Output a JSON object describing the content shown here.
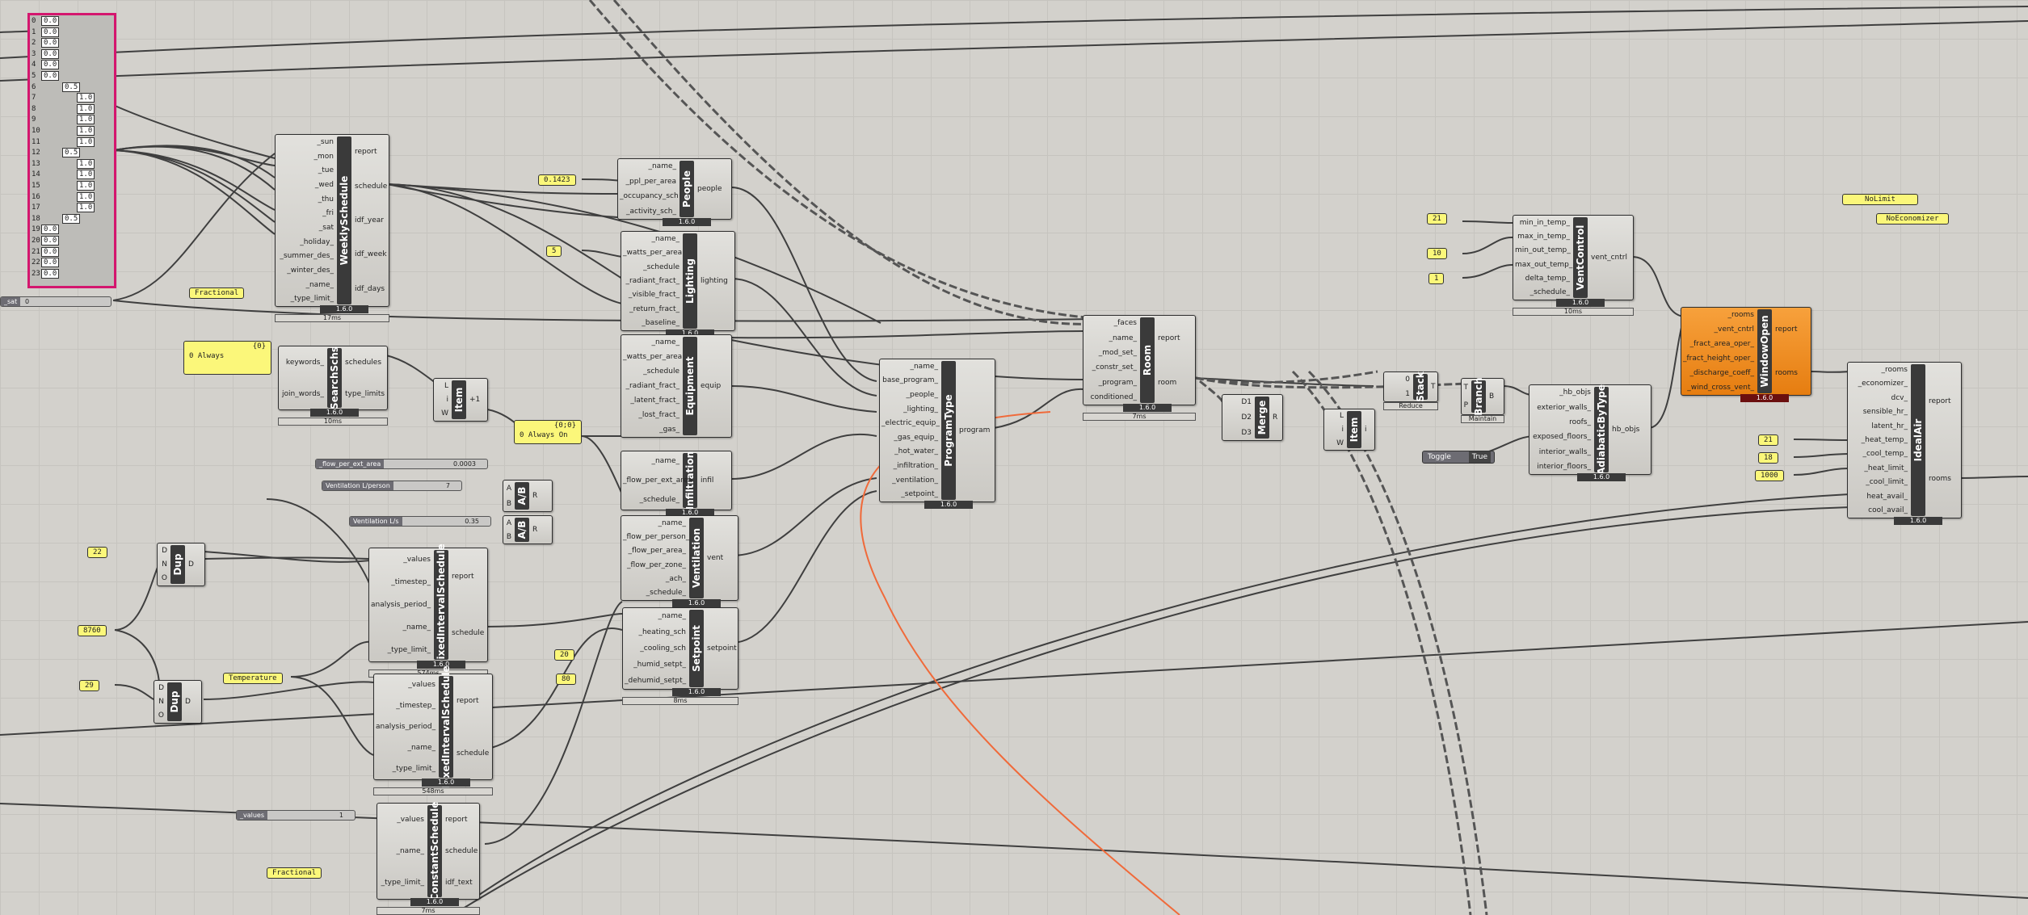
{
  "canvas": {
    "background": "#d3d1cc",
    "wire_color": "#3f3f3f",
    "highlight_wire": "#f06a3a"
  },
  "list": {
    "rows": [
      {
        "i": "0",
        "v": "0.0"
      },
      {
        "i": "1",
        "v": "0.0"
      },
      {
        "i": "2",
        "v": "0.0"
      },
      {
        "i": "3",
        "v": "0.0"
      },
      {
        "i": "4",
        "v": "0.0"
      },
      {
        "i": "5",
        "v": "0.0"
      },
      {
        "i": "6",
        "v": "0.5"
      },
      {
        "i": "7",
        "v": "1.0"
      },
      {
        "i": "8",
        "v": "1.0"
      },
      {
        "i": "9",
        "v": "1.0"
      },
      {
        "i": "10",
        "v": "1.0"
      },
      {
        "i": "11",
        "v": "1.0"
      },
      {
        "i": "12",
        "v": "0.5"
      },
      {
        "i": "13",
        "v": "1.0"
      },
      {
        "i": "14",
        "v": "1.0"
      },
      {
        "i": "15",
        "v": "1.0"
      },
      {
        "i": "16",
        "v": "1.0"
      },
      {
        "i": "17",
        "v": "1.0"
      },
      {
        "i": "18",
        "v": "0.5"
      },
      {
        "i": "19",
        "v": "0.0"
      },
      {
        "i": "20",
        "v": "0.0"
      },
      {
        "i": "21",
        "v": "0.0"
      },
      {
        "i": "22",
        "v": "0.0"
      },
      {
        "i": "23",
        "v": "0.0"
      }
    ]
  },
  "sat_slider": {
    "name": "_sat",
    "value": "0"
  },
  "panels": {
    "fractional1": "Fractional",
    "always_count": "{0}",
    "always": "0 Always",
    "people_val": "0.1423",
    "lighting_val": "5",
    "always_on_count": "{0;0}",
    "always_on": "0 Always On",
    "v22": "22",
    "v8760": "8760",
    "v29": "29",
    "temperature": "Temperature",
    "v20": "20",
    "v80": "80",
    "fractional2": "Fractional",
    "v21a": "21",
    "v10": "10",
    "v1": "1",
    "nolimit": "NoLimit",
    "noeconomizer": "NoEconomizer",
    "v21b": "21",
    "v18": "18",
    "v1000": "1000"
  },
  "sliders": {
    "flow_ext": {
      "name": "_flow_per_ext_area",
      "value": "0.0003"
    },
    "vent_person": {
      "name": "Ventilation L/person",
      "value": "7"
    },
    "vent_ls": {
      "name": "Ventilation L/s",
      "value": "0.35"
    },
    "values": {
      "name": "_values",
      "value": "1"
    }
  },
  "toggle": {
    "label": "Toggle",
    "value": "True"
  },
  "components": {
    "weekly": {
      "title": "WeeklySchedule",
      "inputs": [
        "_sun",
        "_mon",
        "_tue",
        "_wed",
        "_thu",
        "_fri",
        "_sat",
        "_holiday_",
        "_summer_des_",
        "_winter_des_",
        "_name_",
        "_type_limit_"
      ],
      "outputs": [
        "report",
        "schedule",
        "idf_year",
        "idf_week",
        "idf_days"
      ],
      "version": "1.6.0",
      "time": "17ms"
    },
    "search": {
      "title": "SearchSchs",
      "inputs": [
        "keywords_",
        "join_words_"
      ],
      "outputs": [
        "schedules",
        "type_limits"
      ],
      "version": "1.6.0",
      "time": "10ms"
    },
    "item1": {
      "title": "Item",
      "inputs": [
        "L",
        "i",
        "W"
      ],
      "outputs": [
        "+1"
      ]
    },
    "people": {
      "title": "People",
      "inputs": [
        "_name_",
        "_ppl_per_area",
        "_occupancy_sch",
        "_activity_sch_"
      ],
      "outputs": [
        "people"
      ],
      "version": "1.6.0"
    },
    "lighting": {
      "title": "Lighting",
      "inputs": [
        "_name_",
        "_watts_per_area",
        "_schedule",
        "_radiant_fract_",
        "_visible_fract_",
        "_return_fract_",
        "_baseline_"
      ],
      "outputs": [
        "lighting"
      ],
      "version": "1.6.0"
    },
    "equipment": {
      "title": "Equipment",
      "inputs": [
        "_name_",
        "_watts_per_area",
        "_schedule",
        "_radiant_fract_",
        "_latent_fract_",
        "_lost_fract_",
        "_gas_"
      ],
      "outputs": [
        "equip"
      ]
    },
    "infiltration": {
      "title": "Infiltration",
      "inputs": [
        "_name_",
        "_flow_per_ext_area",
        "_schedule_"
      ],
      "outputs": [
        "infil"
      ],
      "version": "1.6.0"
    },
    "ventilation": {
      "title": "Ventilation",
      "inputs": [
        "_name_",
        "_flow_per_person_",
        "_flow_per_area_",
        "_flow_per_zone_",
        "_ach_",
        "_schedule_"
      ],
      "outputs": [
        "vent"
      ],
      "version": "1.6.0"
    },
    "setpoint": {
      "title": "Setpoint",
      "inputs": [
        "_name_",
        "_heating_sch",
        "_cooling_sch",
        "_humid_setpt_",
        "_dehumid_setpt_"
      ],
      "outputs": [
        "setpoint"
      ],
      "version": "1.6.0",
      "time": "8ms"
    },
    "ab1": {
      "title": "A/B",
      "inputs": [
        "A",
        "B"
      ],
      "outputs": [
        "R"
      ]
    },
    "ab2": {
      "title": "A/B",
      "inputs": [
        "A",
        "B"
      ],
      "outputs": [
        "R"
      ]
    },
    "dup1": {
      "title": "Dup",
      "inputs": [
        "D",
        "N",
        "O"
      ],
      "outputs": [
        "D"
      ]
    },
    "dup2": {
      "title": "Dup",
      "inputs": [
        "D",
        "N",
        "O"
      ],
      "outputs": [
        "D"
      ]
    },
    "fixed1": {
      "title": "FixedIntervalSchedule",
      "inputs": [
        "_values",
        "_timestep_",
        "analysis_period_",
        "_name_",
        "_type_limit_"
      ],
      "outputs": [
        "report",
        "schedule"
      ],
      "version": "1.6.0",
      "time": "574ms"
    },
    "fixed2": {
      "title": "FixedIntervalSchedule",
      "inputs": [
        "_values",
        "_timestep_",
        "analysis_period_",
        "_name_",
        "_type_limit_"
      ],
      "outputs": [
        "report",
        "schedule"
      ],
      "version": "1.6.0",
      "time": "548ms"
    },
    "constant": {
      "title": "ConstantSchedule",
      "inputs": [
        "_values",
        "_name_",
        "_type_limit_"
      ],
      "outputs": [
        "report",
        "schedule",
        "idf_text"
      ],
      "version": "1.6.0",
      "time": "7ms"
    },
    "program": {
      "title": "ProgramType",
      "inputs": [
        "_name_",
        "base_program_",
        "_people_",
        "_lighting_",
        "_electric_equip_",
        "_gas_equip_",
        "_hot_water_",
        "_infiltration_",
        "_ventilation_",
        "_setpoint_"
      ],
      "outputs": [
        "program"
      ],
      "version": "1.6.0"
    },
    "room": {
      "title": "Room",
      "inputs": [
        "_faces",
        "_name_",
        "_mod_set_",
        "_constr_set_",
        "_program_",
        "conditioned_"
      ],
      "outputs": [
        "report",
        "room"
      ],
      "version": "1.6.0",
      "time": "7ms"
    },
    "merge": {
      "title": "Merge",
      "inputs": [
        "D1",
        "D2",
        "D3"
      ],
      "outputs": [
        "R"
      ]
    },
    "item2": {
      "title": "Item",
      "inputs": [
        "L",
        "i",
        "W"
      ],
      "outputs": [
        "i"
      ]
    },
    "stack": {
      "title": "Stack",
      "inputs": [
        "0",
        "1"
      ],
      "outputs": [
        "T"
      ],
      "label": "Reduce"
    },
    "branch": {
      "title": "Branch",
      "inputs": [
        "T",
        "P"
      ],
      "outputs": [
        "B"
      ],
      "label": "Maintain"
    },
    "adiabatic": {
      "title": "AdiabaticByType",
      "inputs": [
        "_hb_objs",
        "exterior_walls_",
        "roofs_",
        "exposed_floors_",
        "interior_walls_",
        "interior_floors_"
      ],
      "outputs": [
        "hb_objs"
      ],
      "version": "1.6.0"
    },
    "ventcontrol": {
      "title": "VentControl",
      "inputs": [
        "min_in_temp_",
        "max_in_temp_",
        "min_out_temp_",
        "max_out_temp_",
        "delta_temp_",
        "_schedule_"
      ],
      "outputs": [
        "vent_cntrl"
      ],
      "version": "1.6.0",
      "time": "10ms"
    },
    "window": {
      "title": "WindowOpen",
      "inputs": [
        "_rooms",
        "_vent_cntrl",
        "_fract_area_oper_",
        "_fract_height_oper_",
        "_discharge_coeff_",
        "_wind_cross_vent_"
      ],
      "outputs": [
        "report",
        "rooms"
      ],
      "version": "1.6.0"
    },
    "idealair": {
      "title": "IdealAir",
      "inputs": [
        "_rooms",
        "_economizer_",
        "dcv_",
        "sensible_hr_",
        "latent_hr_",
        "_heat_temp_",
        "_cool_temp_",
        "_heat_limit_",
        "_cool_limit_",
        "heat_avail_",
        "cool_avail_"
      ],
      "outputs": [
        "report",
        "rooms"
      ],
      "version": "1.6.0"
    }
  }
}
